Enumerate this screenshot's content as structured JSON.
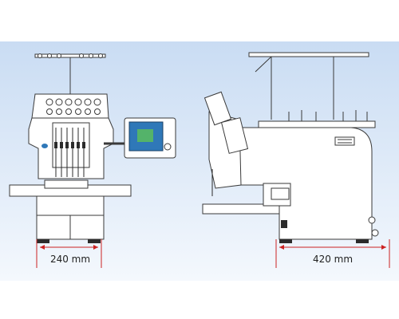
{
  "diagram": {
    "colors": {
      "background_gradient_top": "#c9dcf3",
      "background_gradient_bottom": "#f4f8fd",
      "machine_fill": "#ffffff",
      "machine_stroke": "#3a3a3a",
      "dimension_arrow": "#cc2222",
      "screen": "#2f78b8",
      "screen_accent": "#54b36a",
      "thread_cap": "#2b2b2b",
      "thread_light": "#e9e9e9"
    },
    "dimensions": {
      "front_width": "240 mm",
      "side_depth": "420 mm"
    },
    "views": [
      {
        "id": "front-view"
      },
      {
        "id": "side-view"
      }
    ]
  }
}
